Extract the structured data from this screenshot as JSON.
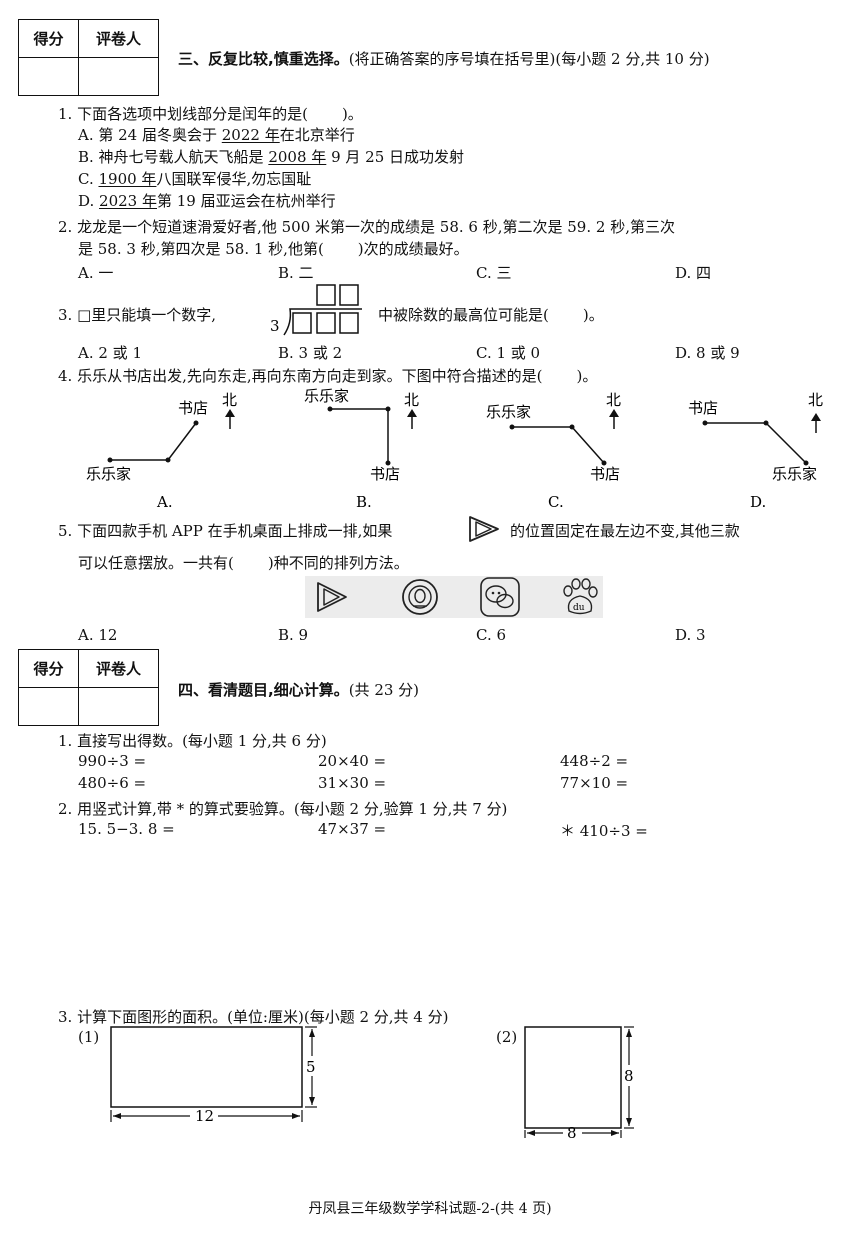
{
  "section3": {
    "score_header": [
      "得分",
      "评卷人"
    ],
    "title": "三、反复比较,慎重选择。",
    "note": "(将正确答案的序号填在括号里)(每小题 2 分,共 10 分)",
    "q1": {
      "stem_a": "1. 下面各选项中划线部分是闰年的是(",
      "stem_b": ")。",
      "a_pre": "A. 第 24 届冬奥会于 ",
      "a_u": "2022 年",
      "a_post": "在北京举行",
      "b_pre": "B. 神舟七号载人航天飞船是 ",
      "b_u": "2008 年",
      "b_post": " 9 月 25 日成功发射",
      "c_u": "1900 年",
      "c_prefix": "C. ",
      "c_post": "八国联军侵华,勿忘国耻",
      "d_prefix": "D. ",
      "d_u": "2023 年",
      "d_post": "第 19 届亚运会在杭州举行"
    },
    "q2": {
      "line1": "2. 龙龙是一个短道速滑爱好者,他 500 米第一次的成绩是 58. 6 秒,第二次是 59. 2 秒,第三次",
      "line2a": "是 58. 3 秒,第四次是 58. 1 秒,他第(",
      "line2b": ")次的成绩最好。",
      "options": [
        "A. 一",
        "B. 二",
        "C. 三",
        "D. 四"
      ]
    },
    "q3": {
      "stem_a": "3. □里只能填一个数字,",
      "divisor": "3",
      "stem_b": "中被除数的最高位可能是(",
      "stem_c": ")。",
      "options": [
        "A. 2 或 1",
        "B. 3 或 2",
        "C. 1 或 0",
        "D. 8 或 9"
      ]
    },
    "q4": {
      "stem_a": "4. 乐乐从书店出发,先向东走,再向东南方向走到家。下图中符合描述的是(",
      "stem_b": ")。",
      "north": "北",
      "store": "书店",
      "home": "乐乐家",
      "options": [
        "A.",
        "B.",
        "C.",
        "D."
      ]
    },
    "q5": {
      "line1a": "5. 下面四款手机 APP 在手机桌面上排成一排,如果",
      "line1b": "的位置固定在最左边不变,其他三款",
      "line2a": "可以任意摆放。一共有(",
      "line2b": ")种不同的排列方法。",
      "app_badge": "du",
      "options": [
        "A. 12",
        "B. 9",
        "C. 6",
        "D. 3"
      ]
    }
  },
  "section4": {
    "score_header": [
      "得分",
      "评卷人"
    ],
    "title": "四、看清题目,细心计算。",
    "note": "(共 23 分)",
    "q1": {
      "stem": "1. 直接写出得数。(每小题 1 分,共 6 分)",
      "items": [
        "990÷3 =",
        "20×40 =",
        "448÷2 =",
        "480÷6 =",
        "31×30 =",
        "77×10 ="
      ]
    },
    "q2": {
      "stem": "2. 用竖式计算,带 * 的算式要验算。(每小题 2 分,验算 1 分,共 7 分)",
      "items": [
        "15. 5−3. 8 =",
        "47×37 =",
        "＊ 410÷3 ="
      ]
    },
    "q3": {
      "stem": "3. 计算下面图形的面积。(单位:厘米)(每小题 2 分,共 4 分)",
      "fig1_label": "(1)",
      "fig1_width": "12",
      "fig1_height": "5",
      "fig2_label": "(2)",
      "fig2_width": "8",
      "fig2_height": "8"
    }
  },
  "footer": "丹凤县三年级数学学科试题-2-(共 4 页)"
}
